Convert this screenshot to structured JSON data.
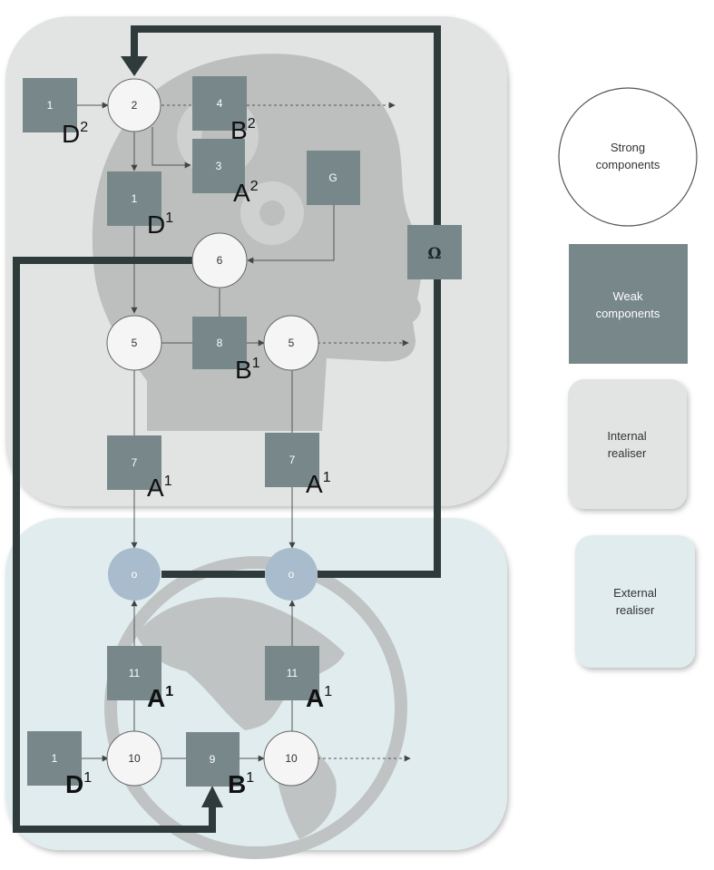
{
  "nodes": {
    "d2_box": "1",
    "c2": "2",
    "b2_box": "4",
    "a2_box": "3",
    "d1_box_top": "1",
    "g_box": "G",
    "c6": "6",
    "c5_left": "5",
    "box8": "8",
    "c5_right": "5",
    "box7_left": "7",
    "box7_right": "7",
    "omega_box": "Ω",
    "o_left": "o",
    "o_right": "o",
    "box11_left": "11",
    "box11_right": "11",
    "d1_box_bottom": "1",
    "c10_left": "10",
    "box9": "9",
    "c10_right": "10"
  },
  "labels": {
    "d2": {
      "base": "D",
      "sup": "2"
    },
    "b2": {
      "base": "B",
      "sup": "2"
    },
    "a2": {
      "base": "A",
      "sup": "2"
    },
    "d1_top": {
      "base": "D",
      "sup": "1"
    },
    "b1_top": {
      "base": "B",
      "sup": "1"
    },
    "a1_left": {
      "base": "A",
      "sup": "1"
    },
    "a1_right": {
      "base": "A",
      "sup": "1"
    },
    "a1_bottom_left": {
      "base": "A",
      "sup": "1"
    },
    "a1_bottom_right": {
      "base": "A",
      "sup": "1"
    },
    "d1_bottom": {
      "base": "D",
      "sup": "1"
    },
    "b1_bottom": {
      "base": "B",
      "sup": "1"
    }
  },
  "legend": {
    "strong": [
      "Strong",
      "components"
    ],
    "weak": [
      "Weak",
      "components"
    ],
    "internal": [
      "Internal",
      "realiser"
    ],
    "external": [
      "External",
      "realiser"
    ]
  },
  "colors": {
    "weak_box": "#77878a",
    "strong_circle": "#f5f5f5",
    "internal_bg": "#e2e4e4",
    "external_bg": "#e1ecef",
    "o_circle": "#a9bccd",
    "thick_line": "#2f3a3a",
    "silhouette": "#bdbfbf"
  }
}
